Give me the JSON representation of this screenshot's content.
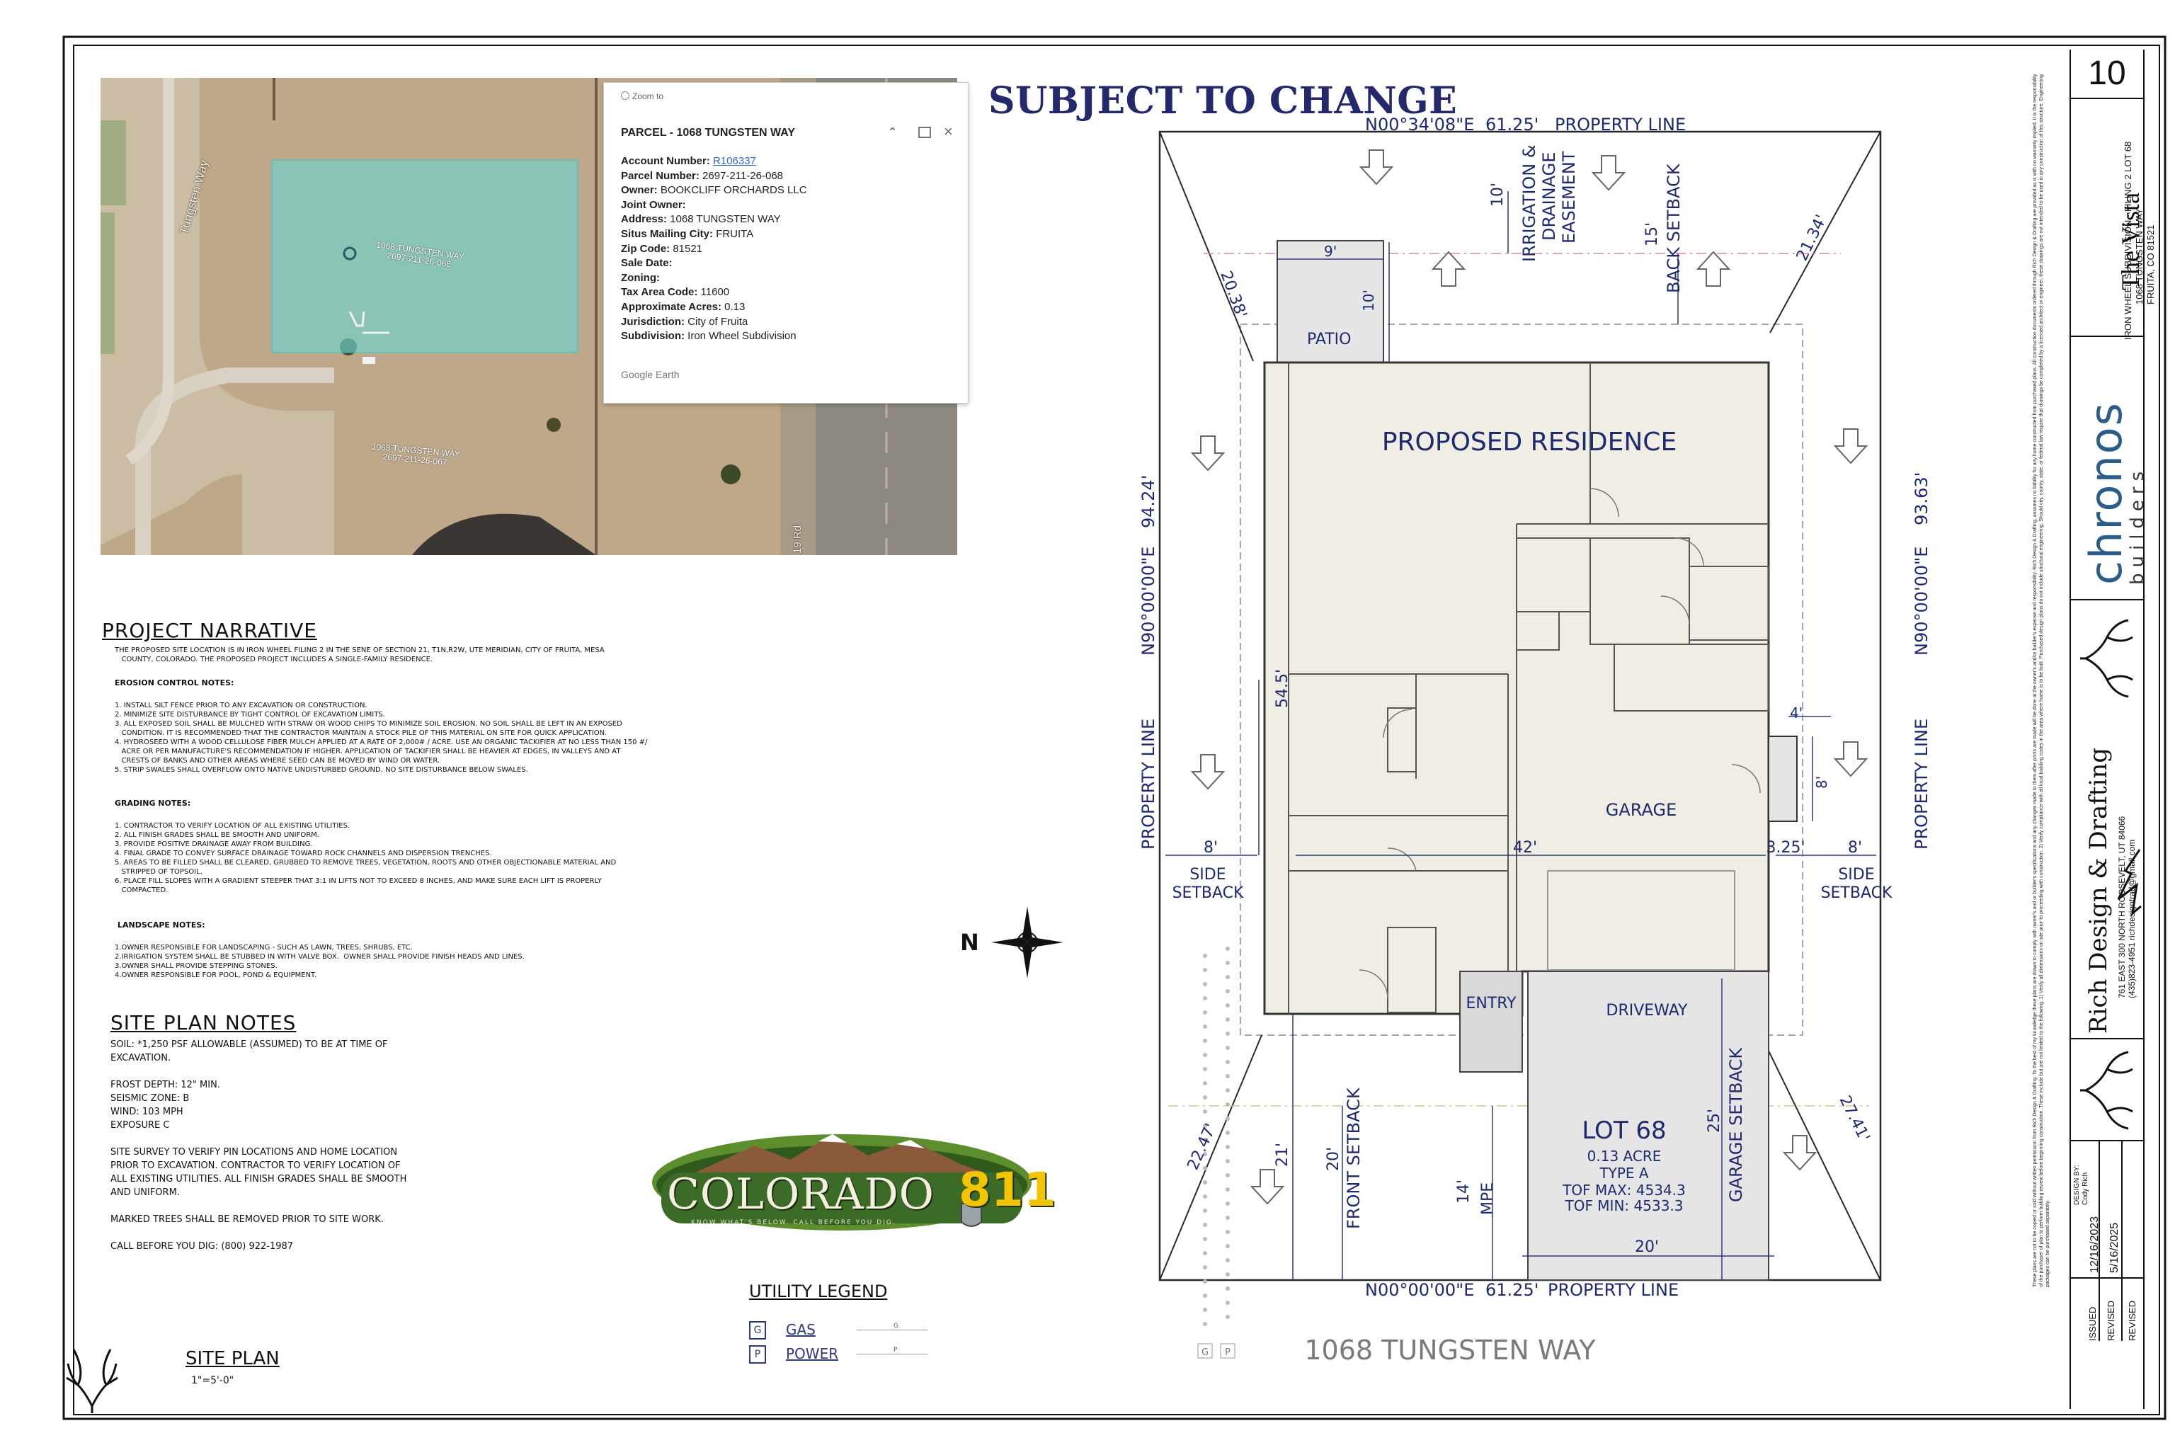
{
  "sheet": {
    "sheet_number": "10",
    "subject_to_change": "SUBJECT TO CHANGE",
    "address_title": "1068 TUNGSTEN WAY"
  },
  "aerial": {
    "street_label": "Tungsten Way",
    "road_label": "19 Rd",
    "parcel_label_1": "1068 TUNGSTEN WAY",
    "parcel_id_1": "2697-211-26-068",
    "parcel_label_2": "1068 TUNGSTEN WAY",
    "parcel_id_2": "2697-211-26-067"
  },
  "popup": {
    "zoom_to": "Zoom to",
    "title": "PARCEL - 1068 TUNGSTEN WAY",
    "fields": [
      {
        "label": "Account Number:",
        "value": "R106337"
      },
      {
        "label": "Parcel Number:",
        "value": "2697-211-26-068"
      },
      {
        "label": "Owner:",
        "value": "BOOKCLIFF ORCHARDS LLC"
      },
      {
        "label": "Joint Owner:",
        "value": ""
      },
      {
        "label": "Address:",
        "value": "1068 TUNGSTEN WAY"
      },
      {
        "label": "Situs Mailing City:",
        "value": "FRUITA"
      },
      {
        "label": "Zip Code:",
        "value": "81521"
      },
      {
        "label": "Sale Date:",
        "value": ""
      },
      {
        "label": "Zoning:",
        "value": ""
      },
      {
        "label": "Tax Area Code:",
        "value": "11600"
      },
      {
        "label": "Approximate Acres:",
        "value": "0.13"
      },
      {
        "label": "Jurisdiction:",
        "value": "City of Fruita"
      },
      {
        "label": "Subdivision:",
        "value": "Iron Wheel Subdivision"
      }
    ],
    "footer": "Google Earth"
  },
  "narrative": {
    "heading": "PROJECT NARRATIVE",
    "intro": "THE PROPOSED SITE LOCATION IS IN IRON WHEEL FILING 2 IN THE SENE OF SECTION 21, T1N,R2W, UTE MERIDIAN, CITY OF FRUITA, MESA\n   COUNTY, COLORADO. THE PROPOSED PROJECT INCLUDES A SINGLE-FAMILY RESIDENCE.",
    "erosion_heading": "EROSION CONTROL NOTES:",
    "erosion_body": "1. INSTALL SILT FENCE PRIOR TO ANY EXCAVATION OR CONSTRUCTION.\n2. MINIMIZE SITE DISTURBANCE BY TIGHT CONTROL OF EXCAVATION LIMITS.\n3. ALL EXPOSED SOIL SHALL BE MULCHED WITH STRAW OR WOOD CHIPS TO MINIMIZE SOIL EROSION. NO SOIL SHALL BE LEFT IN AN EXPOSED\n   CONDITION. IT IS RECOMMENDED THAT THE CONTRACTOR MAINTAIN A STOCK PILE OF THIS MATERIAL ON SITE FOR QUICK APPLICATION.\n4. HYDROSEED WITH A WOOD CELLULOSE FIBER MULCH APPLIED AT A RATE OF 2,000# / ACRE. USE AN ORGANIC TACKIFIER AT NO LESS THAN 150 #/\n   ACRE OR PER MANUFACTURE'S RECOMMENDATION IF HIGHER. APPLICATION OF TACKIFIER SHALL BE HEAVIER AT EDGES, IN VALLEYS AND AT\n   CRESTS OF BANKS AND OTHER AREAS WHERE SEED CAN BE MOVED BY WIND OR WATER.\n5. STRIP SWALES SHALL OVERFLOW ONTO NATIVE UNDISTURBED GROUND. NO SITE DISTURBANCE BELOW SWALES.",
    "grading_heading": "GRADING NOTES:",
    "grading_body": "1. CONTRACTOR TO VERIFY LOCATION OF ALL EXISTING UTILITIES.\n2. ALL FINISH GRADES SHALL BE SMOOTH AND UNIFORM.\n3. PROVIDE POSITIVE DRAINAGE AWAY FROM BUILDING.\n4. FINAL GRADE TO CONVEY SURFACE DRAINAGE TOWARD ROCK CHANNELS AND DISPERSION TRENCHES.\n5. AREAS TO BE FILLED SHALL BE CLEARED, GRUBBED TO REMOVE TREES, VEGETATION, ROOTS AND OTHER OBJECTIONABLE MATERIAL AND\n   STRIPPED OF TOPSOIL.\n6. PLACE FILL SLOPES WITH A GRADIENT STEEPER THAT 3:1 IN LIFTS NOT TO EXCEED 8 INCHES, AND MAKE SURE EACH LIFT IS PROPERLY\n   COMPACTED.",
    "landscape_heading": "LANDSCAPE NOTES:",
    "landscape_body": "1.OWNER RESPONSIBLE FOR LANDSCAPING - SUCH AS LAWN, TREES, SHRUBS, ETC.\n2.IRRIGATION SYSTEM SHALL BE STUBBED IN WITH VALVE BOX.  OWNER SHALL PROVIDE FINISH HEADS AND LINES.\n3.OWNER SHALL PROVIDE STEPPING STONES.\n4.OWNER RESPONSIBLE FOR POOL, POND & EQUIPMENT."
  },
  "site_notes": {
    "heading": "SITE PLAN NOTES",
    "body": "SOIL: *1,250 PSF ALLOWABLE (ASSUMED) TO BE AT TIME OF\nEXCAVATION.\n\nFROST DEPTH: 12\" MIN.\nSEISMIC ZONE: B\nWIND: 103 MPH\nEXPOSURE C\n\nSITE SURVEY TO VERIFY PIN LOCATIONS AND HOME LOCATION\nPRIOR TO EXCAVATION. CONTRACTOR TO VERIFY LOCATION OF\nALL EXISTING UTILITIES. ALL FINISH GRADES SHALL BE SMOOTH\nAND UNIFORM.\n\nMARKED TREES SHALL BE REMOVED PRIOR TO SITE WORK.\n\nCALL BEFORE YOU DIG: (800) 922-1987"
  },
  "site_plan_title": {
    "title": "SITE PLAN",
    "scale": "1\"=5'-0\""
  },
  "logo811": {
    "word": "COLORADO",
    "number": "811",
    "tagline": "KNOW WHAT'S BELOW. CALL BEFORE YOU DIG."
  },
  "utility_legend": {
    "heading": "UTILITY LEGEND",
    "items": [
      {
        "code": "G",
        "label": "GAS",
        "line": "G"
      },
      {
        "code": "P",
        "label": "POWER",
        "line": "P"
      }
    ]
  },
  "north": "N",
  "plan": {
    "top_bearing": "N00°34'08\"E",
    "top_length": "61.25'",
    "property_line": "PROPERTY LINE",
    "bottom_bearing": "N00°00'00\"E",
    "bottom_length": "61.25'",
    "left_bearing": "N90°00'00\"E",
    "left_length": "94.24'",
    "right_bearing": "N90°00'00\"E",
    "right_length": "93.63'",
    "easement": "IRRIGATION & DRAINAGE EASEMENT",
    "easement_dim": "10'",
    "back_setback": "BACK SETBACK",
    "back_setback_dim": "15'",
    "patio": "PATIO",
    "patio_w": "9'",
    "patio_d": "10'",
    "residence": "PROPOSED RESIDENCE",
    "garage": "GARAGE",
    "entry": "ENTRY",
    "driveway": "DRIVEWAY",
    "depth_dim": "54.5'",
    "width_dim": "42'",
    "side_left_dim": "8'",
    "side_right_dim": "8'",
    "side_right_gap": "3.25'",
    "side_setback": "SIDE\nSETBACK",
    "bump_w": "4'",
    "bump_d": "8'",
    "corner_tl": "20.38'",
    "corner_tr": "21.34'",
    "corner_bl": "22.47'",
    "corner_br": "27.41'",
    "front_setback": "FRONT SETBACK",
    "front_dim_21": "21'",
    "front_dim_20": "20'",
    "mpe": "MPE",
    "mpe_dim": "14'",
    "garage_setback": "GARAGE SETBACK",
    "garage_setback_dim": "25'",
    "driveway_w": "20'",
    "lot": {
      "title": "LOT 68",
      "acre": "0.13 ACRE",
      "type": "TYPE A",
      "tof_max": "TOF MAX: 4534.3",
      "tof_min": "TOF MIN:  4533.3"
    },
    "gp_label_g": "G",
    "gp_label_p": "P"
  },
  "title_block": {
    "project": "The Vista",
    "subdivision": "IRON WHEEL SUBDIVISION - FILING 2 LOT 68",
    "street": "1068 TUNGSTEN WAY",
    "city": "FRUITA, CO 81521",
    "builder_name": "chronos",
    "builder_sub": "builders",
    "firm": "Rich Design & Drafting",
    "firm_address": "761 EAST 300 NORTH ROOSEVELT, UT 84066",
    "firm_contact": "(435)823-4951 richdesigntrad@gmail.com",
    "disclaimer": "These plans are not to be copied or sold without written permission from Rich Design & Drafting. To the best of my knowledge these plans are drawn to comply with owner's and or builder's specifications and any changes made to them after prints are made will be done at the owner's and/or builder's expense and responsibility. Rich Design & Drafting, assumes no liability for any home constructed from purchased plans. All construction documents ordered through Rich Design & Drafting are provided as is with no warranty implied. It is the responsibility of the purchaser of plan to perform building review before beginning construction. These include but are not limited to the following: 1) Verify all dimensions on site prior to proceeding with construction. 2) Verify compliance with all local building codes in the area where home is to be built. Purchased design plans do not include structural engineering. Should city, county, state, or federal law require that drawings be completed by a licensed architect or engineer, these drawings are not intended to be used in any construction of this structure. Engineering packages can be purchased separately.",
    "issued_label": "ISSUED",
    "issued_date": "12/16/2023",
    "revised_label": "REVISED",
    "revised_date": "5/16/2025",
    "revised2_label": "REVISED",
    "design_by_label": "DESIGN BY:",
    "design_by": "Cody Rich"
  }
}
